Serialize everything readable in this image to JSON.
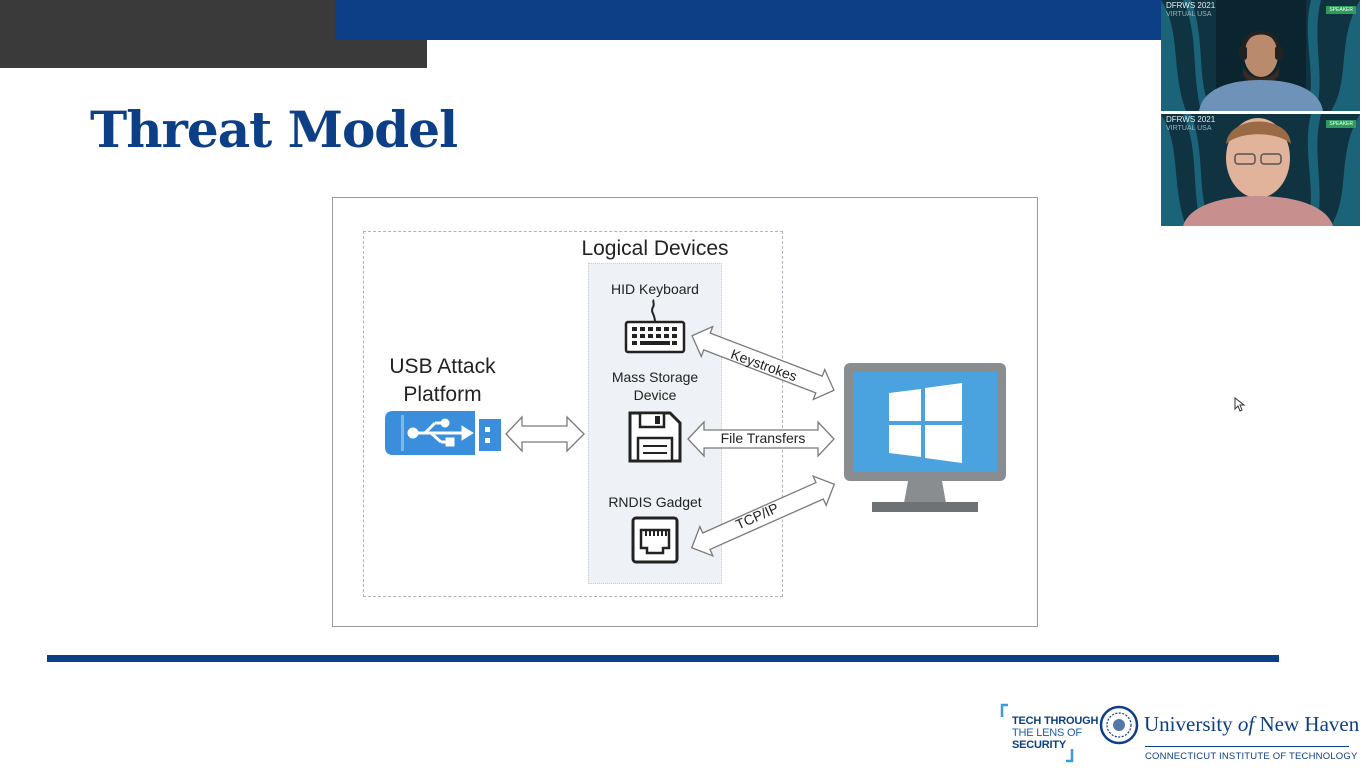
{
  "slide": {
    "title": "Threat Model"
  },
  "diagram": {
    "logical_devices_title": "Logical Devices",
    "usb_platform_label": "USB Attack Platform",
    "devices": [
      {
        "label": "HID Keyboard",
        "icon": "keyboard-icon"
      },
      {
        "label": "Mass Storage Device",
        "icon": "floppy-disk-icon"
      },
      {
        "label": "RNDIS Gadget",
        "icon": "ethernet-port-icon"
      }
    ],
    "connections": [
      {
        "label": "Keystrokes"
      },
      {
        "label": "File Transfers"
      },
      {
        "label": "TCP/IP"
      }
    ],
    "target_icon": "windows-monitor-icon",
    "usb_icon": "usb-drive-icon"
  },
  "video": {
    "tiles": [
      {
        "tag": "DFRWS 2021",
        "tag_sub": "VIRTUAL USA",
        "badge": "SPEAKER"
      },
      {
        "tag": "DFRWS 2021",
        "tag_sub": "VIRTUAL USA",
        "badge": "SPEAKER"
      }
    ]
  },
  "footer": {
    "tech_line1": "TECH THROUGH",
    "tech_line2": "THE LENS OF",
    "tech_line3": "SECURITY",
    "university_prefix": "University",
    "university_of": "of",
    "university_suffix": "New Haven",
    "university_sub": "CONNECTICUT INSTITUTE OF TECHNOLOGY"
  },
  "colors": {
    "brand_blue": "#0c3f86",
    "usb_blue": "#3b8edb",
    "windows_blue": "#4aa3df",
    "monitor_grey": "#8a8d90"
  }
}
